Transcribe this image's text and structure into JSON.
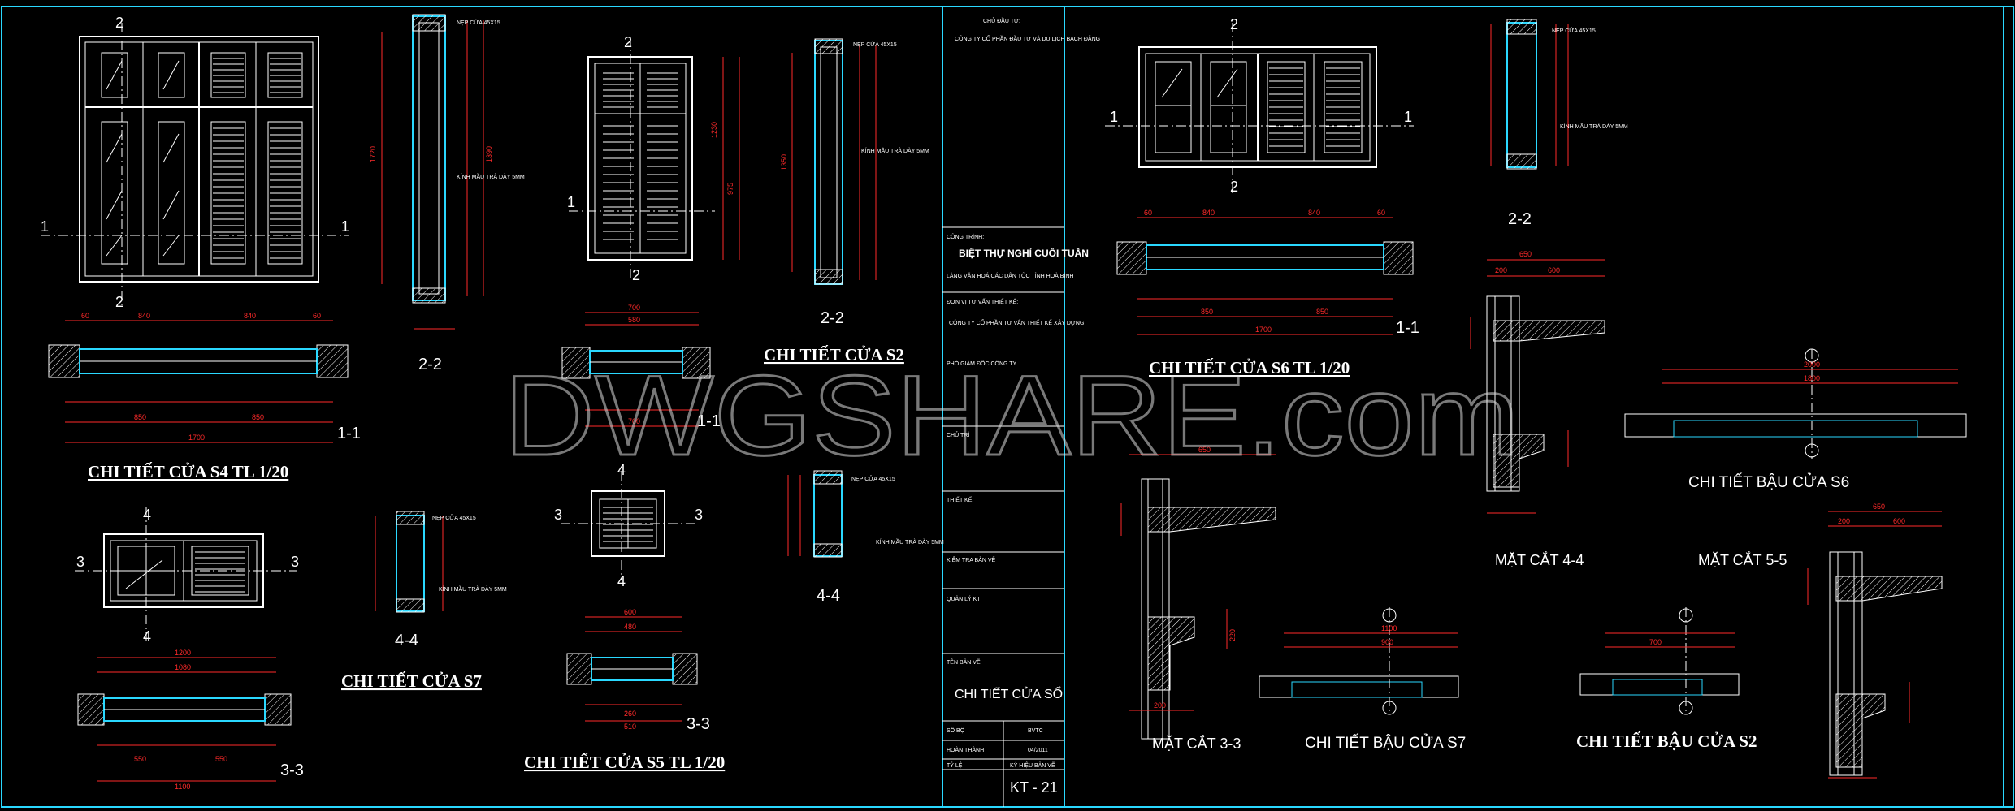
{
  "sheet": {
    "watermark": "DWGSHARE.com"
  },
  "left_views": {
    "s4": {
      "title": "CHI TIẾT CỬA S4  TL 1/20",
      "sec11": "1-1",
      "sec22": "2-2",
      "dims_top": [
        "60",
        "840",
        "840",
        "60"
      ],
      "dims_total": "1700",
      "dims_sub": [
        "850",
        "850"
      ],
      "dims_side": [
        "1720",
        "1390"
      ]
    },
    "s2": {
      "title": "CHI TIẾT CỬA S2",
      "sec11": "1-1",
      "sec22": "2-2",
      "dims_top": [
        "700",
        "580"
      ],
      "dims_total": "700",
      "dims_side": [
        "1230",
        "1350",
        "975"
      ]
    },
    "s5": {
      "title": "CHI TIẾT CỬA S5 TL 1/20",
      "sec33": "3-3",
      "sec44": "4-4",
      "dims_top": [
        "600",
        "480"
      ],
      "dims_bottom": [
        "260",
        "510"
      ]
    },
    "s7": {
      "title": "CHI TIẾT CỬA S7",
      "sec33": "3-3",
      "sec44": "4-4",
      "dims_top": [
        "1200",
        "1080"
      ],
      "dims_bottom": [
        "550",
        "550"
      ],
      "dims_total": "1100"
    },
    "notes": {
      "nep": "NẸP CỬA 45X15",
      "kinh": "KÍNH MẦU TRÀ DÀY 5MM"
    },
    "markers": {
      "m1": "1",
      "m2": "2",
      "m3": "3",
      "m4": "4"
    }
  },
  "title_block": {
    "owner_label": "CHỦ ĐẦU TƯ:",
    "owner": "CÔNG TY CỔ PHẦN ĐẦU TƯ VÀ DU LỊCH BẠCH ĐẰNG",
    "project_label": "CÔNG TRÌNH:",
    "project": "BIỆT THỰ NGHỈ CUỐI TUẦN",
    "location": "LÀNG VĂN HOÁ CÁC DÂN TỘC TỈNH HOÀ BÌNH",
    "designer_label": "ĐƠN VỊ TƯ VẤN THIẾT KẾ:",
    "designer": "CÔNG TY CỔ PHẦN TƯ VẤN THIẾT KẾ XÂY DỰNG",
    "director_label": "PHÓ GIÁM ĐỐC CÔNG TY",
    "chief_label": "CHỦ TRÌ",
    "design_label": "THIẾT KẾ",
    "checker_label": "KIỂM TRA BẢN VẼ",
    "manager_label": "QUẢN LÝ KT",
    "drawing_label": "TÊN BẢN VẼ:",
    "drawing_name": "CHI TIẾT CỬA SỔ",
    "sheet_no_label": "SỐ BỘ",
    "phase_label": "BVTC",
    "date_label": "HOÀN THÀNH",
    "date": "04/2011",
    "scale_label": "TỶ LỆ",
    "code_label": "KÝ HIỆU BẢN VẼ",
    "code": "KT - 21"
  },
  "right_views": {
    "s6": {
      "title": "CHI TIẾT CỬA S6 TL 1/20",
      "sec11": "1-1",
      "sec22": "2-2",
      "dims_top": [
        "60",
        "840",
        "840",
        "60"
      ],
      "dims_total": "1700",
      "dims_sub": [
        "850",
        "850"
      ]
    },
    "bau_s6": {
      "title": "CHI TIẾT BẬU CỬA S6",
      "dims": [
        "2000",
        "1800"
      ]
    },
    "bau_s7": {
      "title": "CHI TIẾT BẬU CỬA S7",
      "dims": [
        "1100",
        "900"
      ]
    },
    "bau_s2": {
      "title": "CHI TIẾT BẬU CỬA S2",
      "dims": [
        "700"
      ]
    },
    "cut33": "MẶT CẮT 3-3",
    "cut44": "MẶT CẮT 4-4",
    "cut55": "MẶT CẮT 5-5",
    "dims_cut": [
      "650",
      "200",
      "600",
      "220"
    ]
  },
  "colors": {
    "background": "#000000",
    "frame": "#2ad8ff",
    "line": "#ffffff",
    "dimension": "#ff2a2a"
  }
}
